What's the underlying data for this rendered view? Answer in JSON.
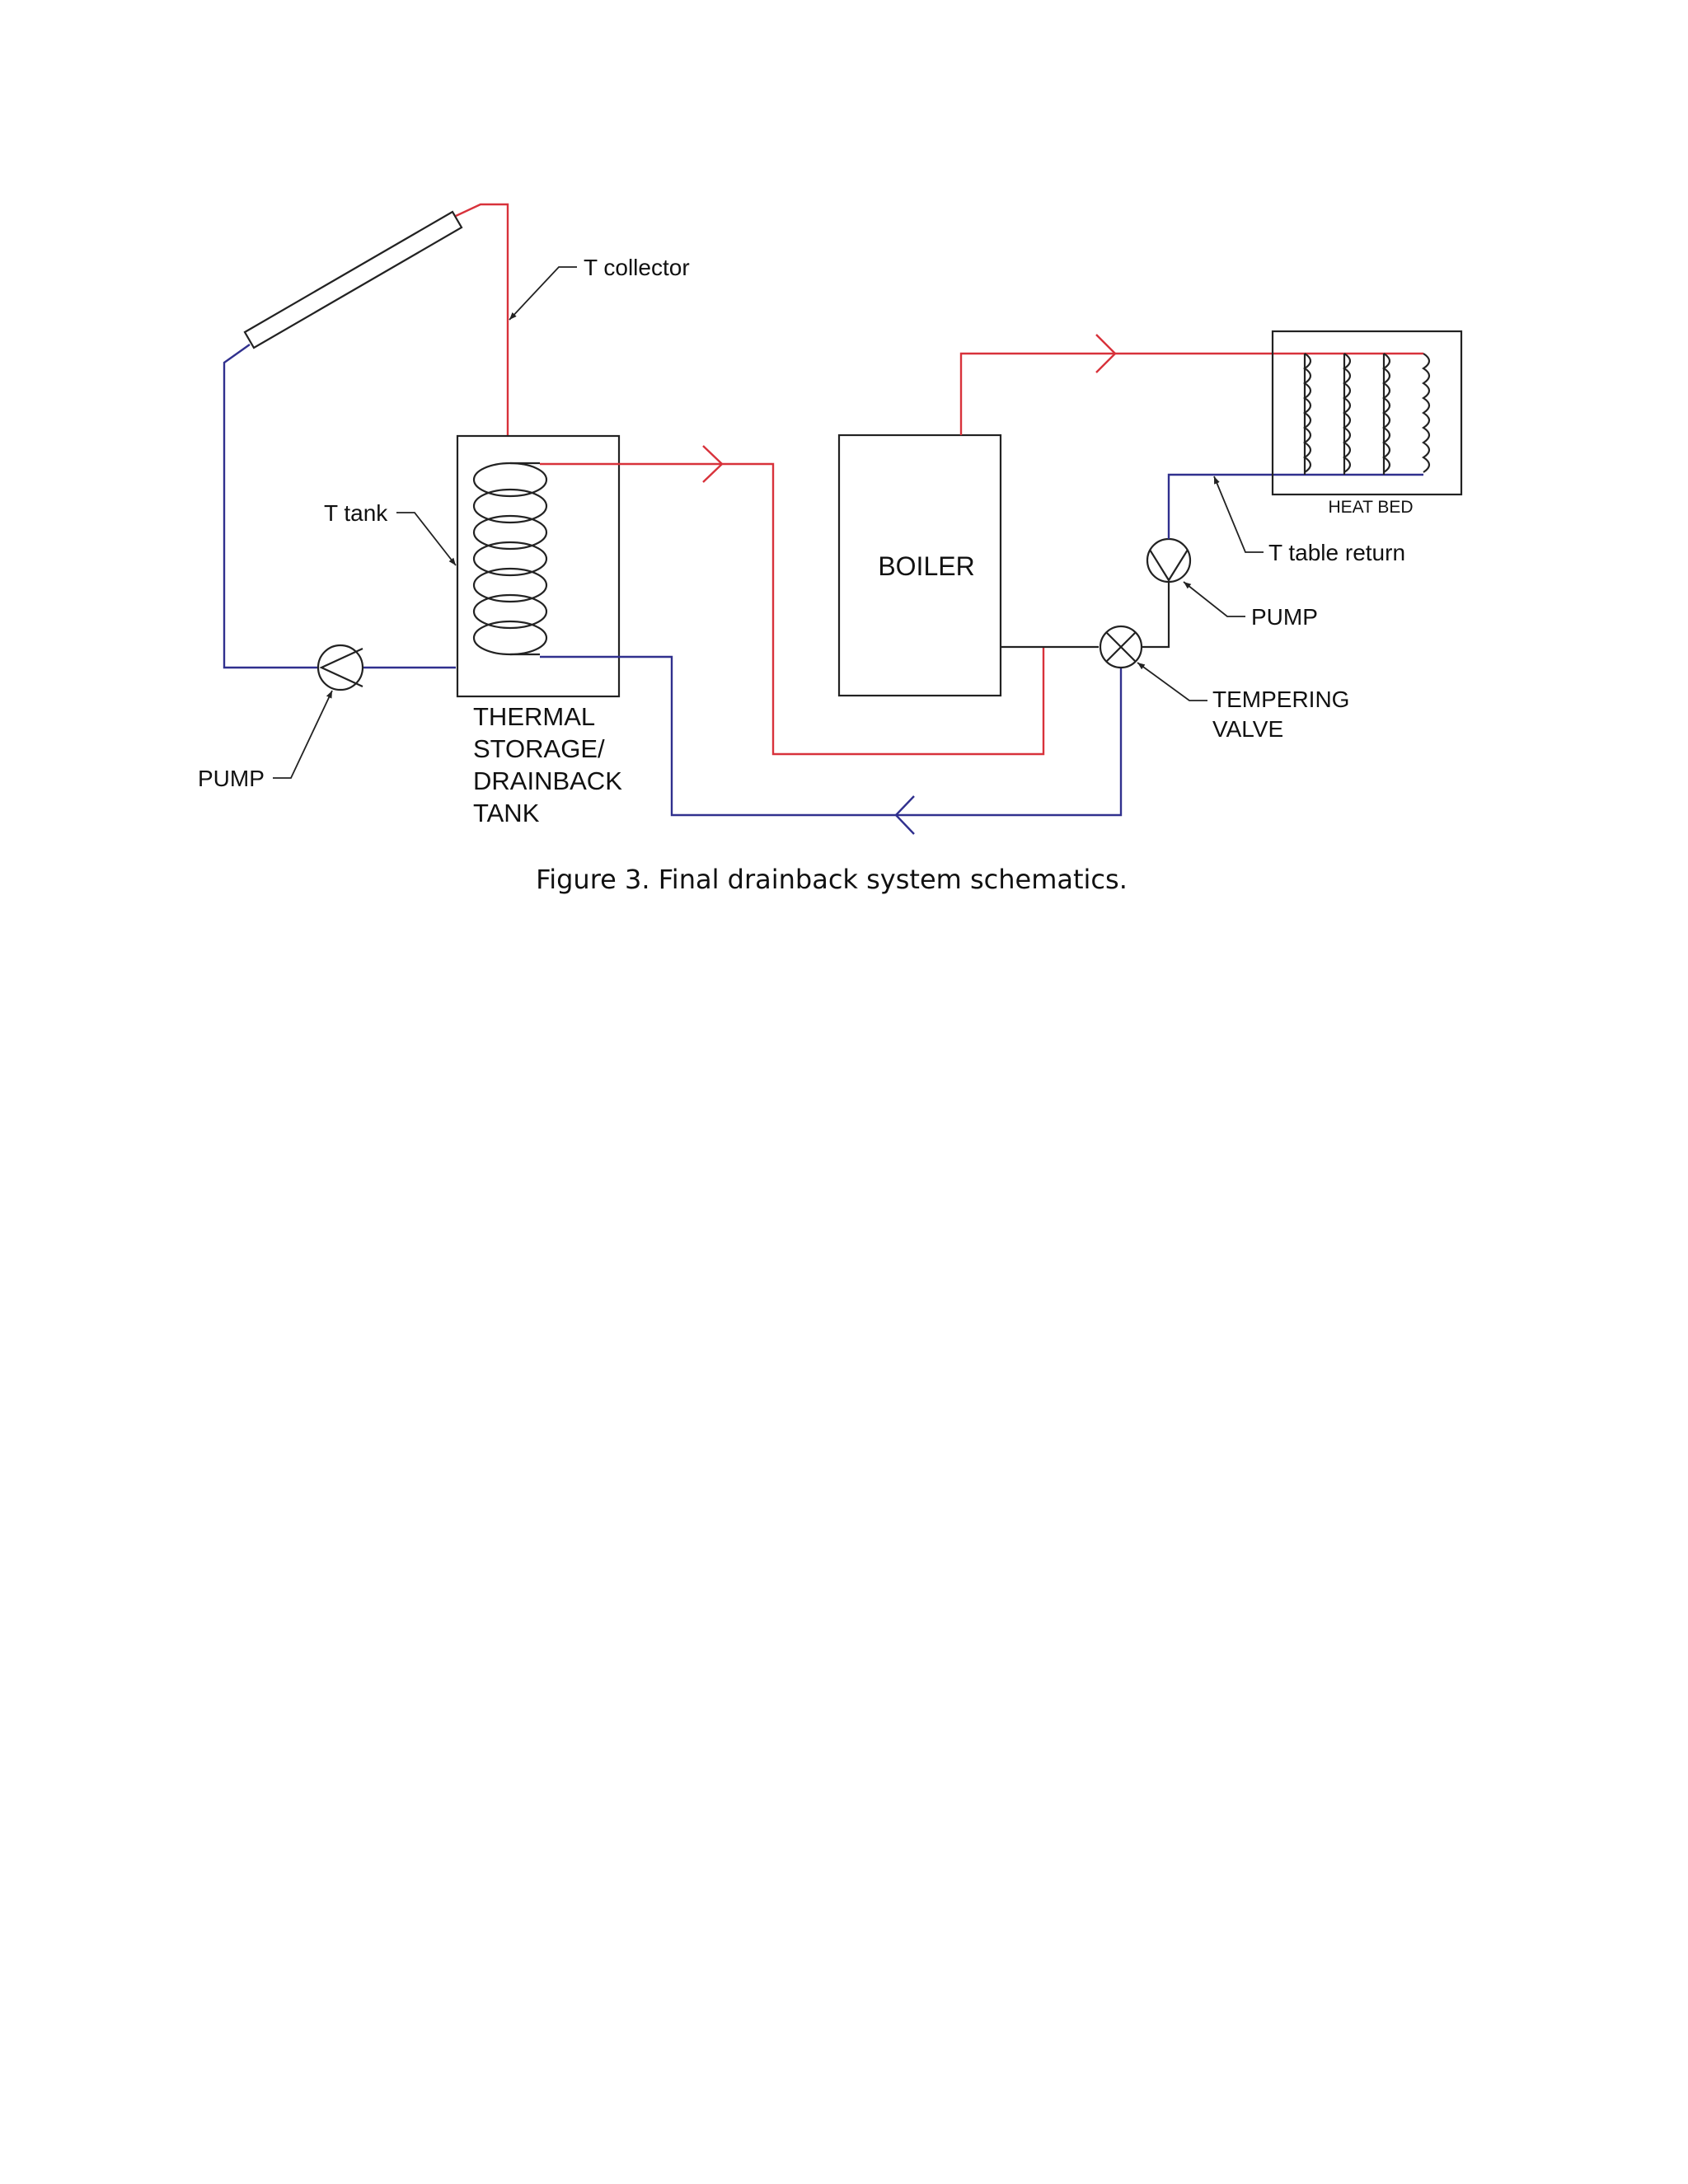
{
  "figure": {
    "caption": "Figure 3. Final drainback system schematics."
  },
  "labels": {
    "t_collector": "T collector",
    "t_tank": "T tank",
    "pump_left": "PUMP",
    "tank_line1": "THERMAL",
    "tank_line2": "STORAGE/",
    "tank_line3": "DRAINBACK",
    "tank_line4": "TANK",
    "boiler": "BOILER",
    "heat_bed": "HEAT BED",
    "t_table_return": "T table return",
    "pump_right": "PUMP",
    "tempering_line1": "TEMPERING",
    "tempering_line2": "VALVE"
  },
  "colors": {
    "supply_line": "#d8323b",
    "return_line": "#30308e",
    "outline": "#222222"
  }
}
